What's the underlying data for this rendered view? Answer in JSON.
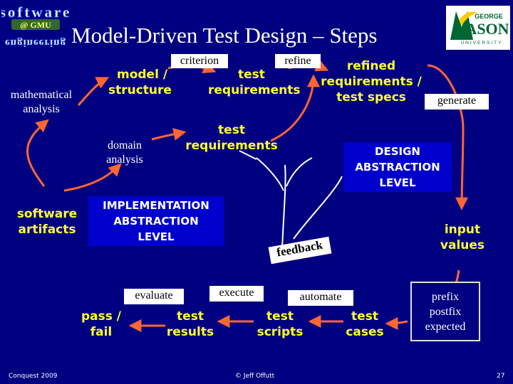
{
  "slide": {
    "title": "Model-Driven Test Design – Steps",
    "logo_left_text": "software engineering",
    "logo_left_badge": "@ GMU",
    "logo_right_text": "GEORGE MASON UNIVERSITY",
    "colors": {
      "background": "#000080",
      "arrow": "#ff6633",
      "yellow_text": "#ffff33",
      "design_box": "#0000cc",
      "impl_box": "#0000cc"
    }
  },
  "nodes": {
    "mathematical_analysis": [
      "mathematical",
      "analysis"
    ],
    "software_artifacts": [
      "software",
      "artifacts"
    ],
    "model_structure": [
      "model /",
      "structure"
    ],
    "criterion": "criterion",
    "test_requirements_top": [
      "test",
      "requirements"
    ],
    "refine": "refine",
    "refined_requirements": [
      "refined",
      "requirements /",
      "test specs"
    ],
    "generate": "generate",
    "domain_analysis": [
      "domain",
      "analysis"
    ],
    "test_requirements_mid": [
      "test",
      "requirements"
    ],
    "design_level": [
      "DESIGN",
      "ABSTRACTION",
      "LEVEL"
    ],
    "impl_level": [
      "IMPLEMENTATION",
      "ABSTRACTION",
      "LEVEL"
    ],
    "feedback": "feedback",
    "input_values": [
      "input",
      "values"
    ],
    "evaluate": "evaluate",
    "execute": "execute",
    "automate": "automate",
    "pass_fail": [
      "pass /",
      "fail"
    ],
    "test_results": [
      "test",
      "results"
    ],
    "test_scripts": [
      "test",
      "scripts"
    ],
    "test_cases": [
      "test",
      "cases"
    ],
    "prefix_box": [
      "prefix",
      "postfix",
      "expected"
    ]
  },
  "footer": {
    "left": "Conquest 2009",
    "center": "© Jeff Offutt",
    "right": "27"
  }
}
